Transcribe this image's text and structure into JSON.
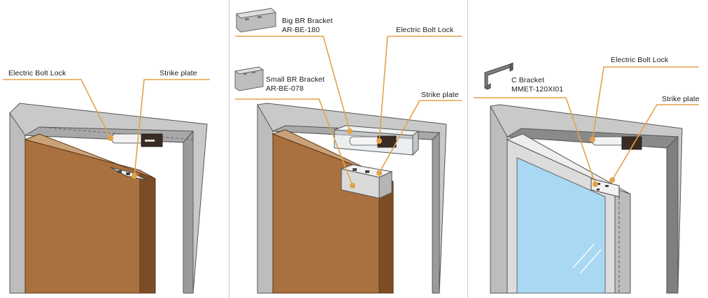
{
  "colors": {
    "leader": "#e3a24a",
    "frame": "#c9c9c9",
    "frame_shade": "#9b9b9b",
    "door_wood": "#a9713f",
    "door_edge": "#7d4c25",
    "glass": "#a9d8f2"
  },
  "panels": [
    {
      "labels": {
        "lock": "Electric Bolt Lock",
        "strike": "Strike plate"
      }
    },
    {
      "labels": {
        "big_bracket_name": "Big BR Bracket",
        "big_bracket_code": "AR-BE-180",
        "lock": "Electric Bolt Lock",
        "small_bracket_name": "Small BR Bracket",
        "small_bracket_code": "AR-BE-078",
        "strike": "Strike plate"
      }
    },
    {
      "labels": {
        "c_bracket_name": "C Bracket",
        "c_bracket_code": "MMET-120XI01",
        "lock": "Electric Bolt Lock",
        "strike": "Strike plate"
      }
    }
  ]
}
